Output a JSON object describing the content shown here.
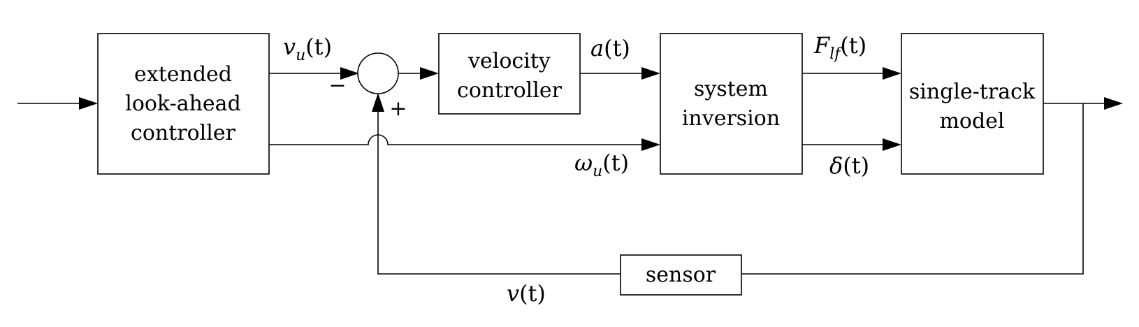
{
  "blocks": {
    "lookahead": [
      "extended",
      "look-ahead",
      "controller"
    ],
    "velocity": [
      "velocity",
      "controller"
    ],
    "inversion": [
      "system",
      "inversion"
    ],
    "singletrack": [
      "single-track",
      "model"
    ],
    "sensor": [
      "sensor"
    ]
  },
  "signals": {
    "vu": {
      "base": "v",
      "sub": "u",
      "arg": "(t)"
    },
    "omega_u": {
      "base": "ω",
      "sub": "u",
      "arg": "(t)"
    },
    "a": {
      "base": "a",
      "arg": "(t)"
    },
    "F_lf": {
      "base": "F",
      "sub": "lf",
      "arg": "(t)"
    },
    "delta": {
      "base": "δ",
      "arg": "(t)"
    },
    "v": {
      "base": "v",
      "arg": "(t)"
    }
  },
  "summing_junction": {
    "minus": "−",
    "plus": "+"
  }
}
